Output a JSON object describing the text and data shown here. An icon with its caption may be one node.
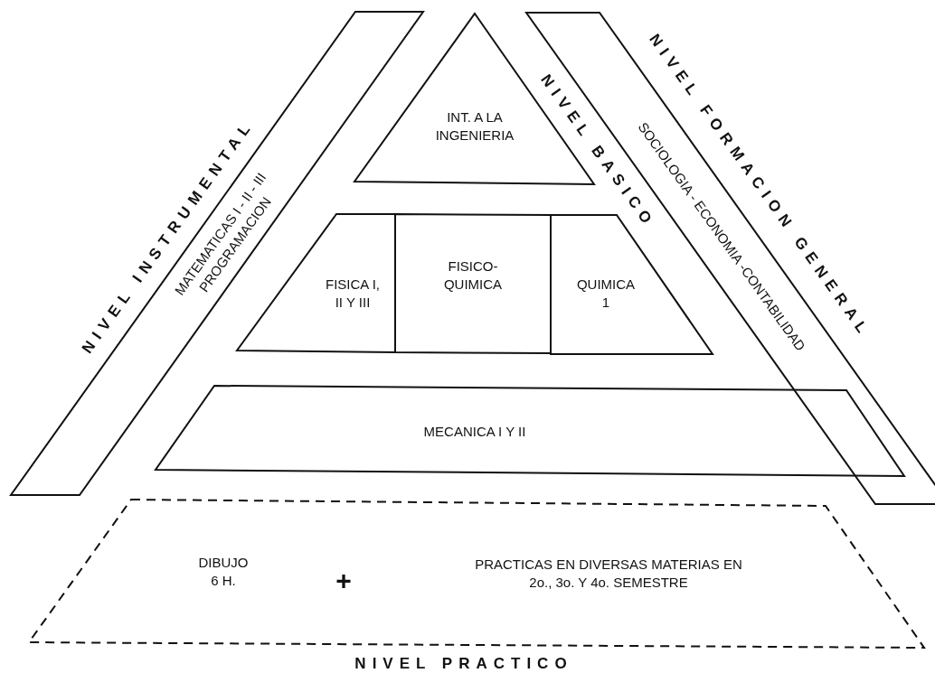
{
  "diagram": {
    "nodes": [
      {
        "text": [
          "NIVEL INSTRUMENTAL",
          "MATEMATICAS I - II - III PROGRAMACION"
        ]
      },
      {
        "text": [
          "INT. A LA INGENIERIA"
        ]
      },
      {
        "text": [
          "FISICA I, II Y III"
        ]
      },
      {
        "text": [
          "FISICO- QUIMICA"
        ]
      },
      {
        "text": [
          "QUIMICA 1"
        ]
      },
      {
        "text": [
          "NIVEL FORMACION GENERAL",
          "SOCIOLOGIA - ECONOMIA -CONTABILIDAD"
        ]
      },
      {
        "text": [
          "MECANICA I Y II"
        ]
      },
      {
        "text": [
          "DIBUJO 6 H.",
          "+",
          "PRACTICAS EN DIVERSAS MATERIAS EN 2o., 3o. Y 4o. SEMESTRE",
          "NIVEL PRACTICO"
        ]
      }
    ],
    "labels": [
      "NIVEL BASICO"
    ]
  }
}
